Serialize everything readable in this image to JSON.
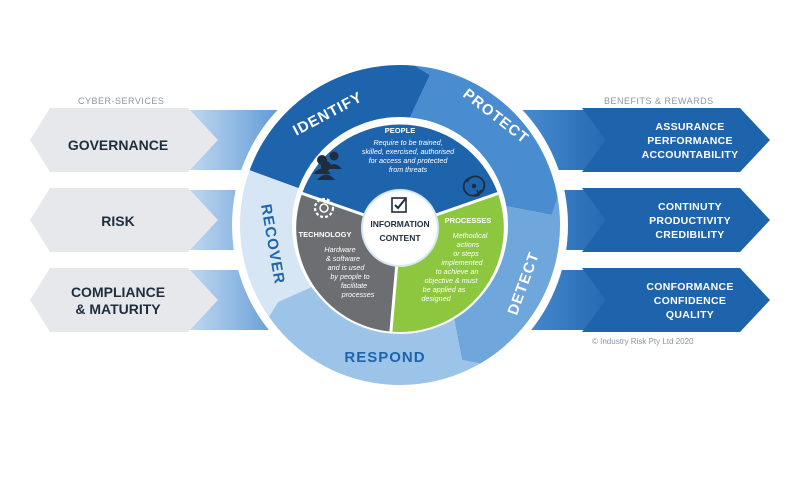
{
  "left": {
    "title": "CYBER-SERVICES",
    "items": [
      {
        "lines": [
          "GOVERNANCE"
        ]
      },
      {
        "lines": [
          "RISK"
        ]
      },
      {
        "lines": [
          "COMPLIANCE",
          "& MATURITY"
        ]
      }
    ]
  },
  "right": {
    "title": "BENEFITS & REWARDS",
    "items": [
      {
        "lines": [
          "ASSURANCE",
          "PERFORMANCE",
          "ACCOUNTABILITY"
        ]
      },
      {
        "lines": [
          "CONTINUTY",
          "PRODUCTIVITY",
          "CREDIBILITY"
        ]
      },
      {
        "lines": [
          "CONFORMANCE",
          "CONFIDENCE",
          "QUALITY"
        ]
      }
    ]
  },
  "ring": {
    "identify": "IDENTIFY",
    "protect": "PROTECT",
    "detect": "DETECT",
    "respond": "RESPOND",
    "recover": "RECOVER"
  },
  "inner": {
    "people": {
      "title": "PEOPLE",
      "desc": [
        "Require to be trained,",
        "skilled, exercised, authorised",
        "for access and protected",
        "from threats"
      ]
    },
    "technology": {
      "title": "TECHNOLOGY",
      "desc": [
        "Hardware",
        "& software",
        "and is used",
        "by people to",
        "facilitate",
        "processes"
      ]
    },
    "processes": {
      "title": "PROCESSES",
      "desc": [
        "Methodical",
        "actions",
        "or steps",
        "implemented",
        "to achieve an",
        "objective & must",
        "be applied as",
        "designed"
      ]
    },
    "center": [
      "INFORMATION",
      "CONTENT"
    ]
  },
  "copyright": "© Industry Risk Pty Ltd 2020",
  "colors": {
    "dark_blue": "#1e64ad",
    "mid_blue": "#4a8cd0",
    "light_blue": "#9cc4e8",
    "pale_blue": "#d6e6f5",
    "green": "#8dc63f",
    "gray": "#6d6e71",
    "left_box": "#e6e8eb"
  },
  "icons": [
    "people-icon",
    "gear-icon",
    "cycle-icon",
    "checkbox-icon"
  ]
}
